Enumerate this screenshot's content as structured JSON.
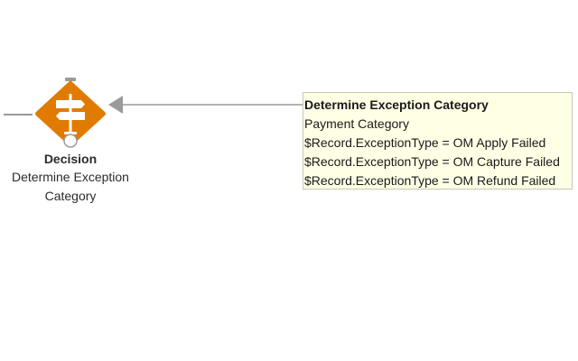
{
  "node": {
    "type_label": "Decision",
    "name": "Determine Exception Category",
    "color": "#e07b00",
    "icon": "signpost-icon"
  },
  "popover": {
    "title": "Determine Exception Category",
    "outcome": "Payment Category",
    "conditions": [
      "$Record.ExceptionType = OM Apply Failed",
      "$Record.ExceptionType = OM Capture Failed",
      "$Record.ExceptionType = OM Refund Failed"
    ],
    "background": "#ffffe6"
  },
  "connector": {
    "color": "#9a9a9a"
  }
}
